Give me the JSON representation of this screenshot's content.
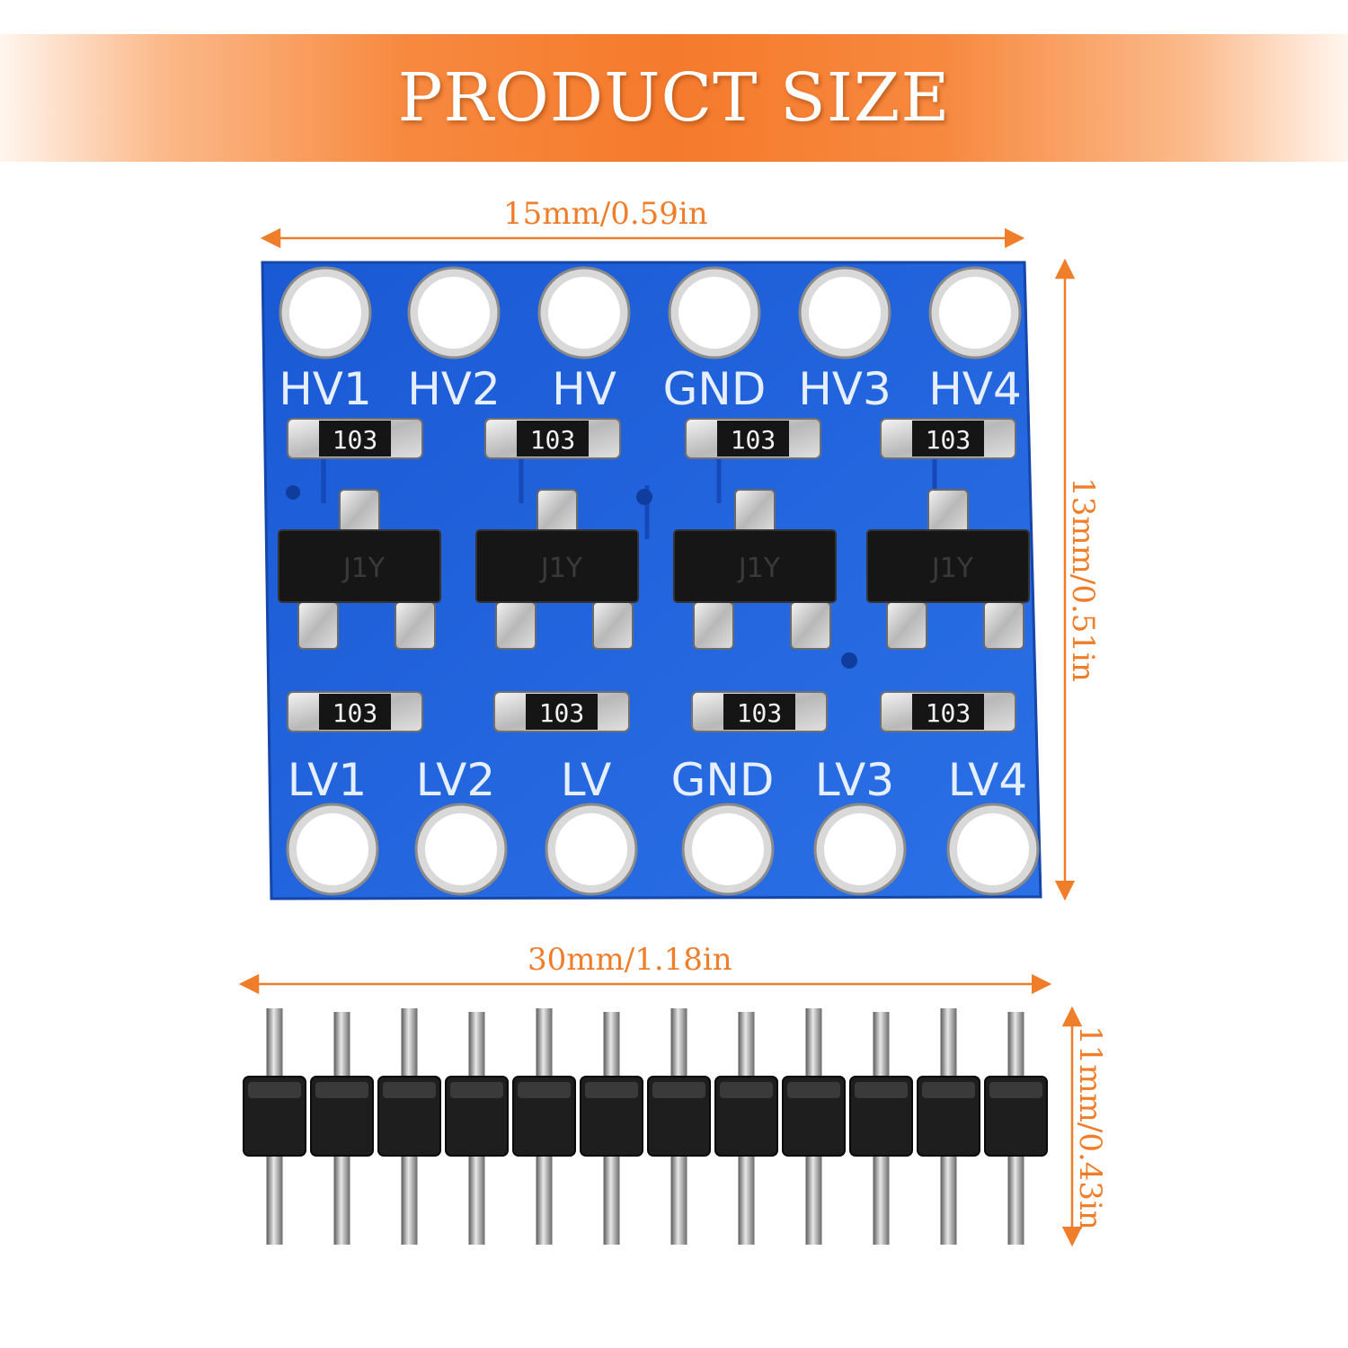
{
  "banner": {
    "title": "PRODUCT SIZE"
  },
  "dimensions": {
    "board_width": "15mm/0.59in",
    "board_height": "13mm/0.51in",
    "header_width": "30mm/1.18in",
    "header_height": "11mm/0.43in"
  },
  "board": {
    "top_labels": [
      "HV1",
      "HV2",
      "HV",
      "GND",
      "HV3",
      "HV4"
    ],
    "bottom_labels": [
      "LV1",
      "LV2",
      "LV",
      "GND",
      "LV3",
      "LV4"
    ],
    "resistor_code": "103",
    "transistor_code": "J1Y"
  },
  "header": {
    "pin_count": 12
  },
  "colors": {
    "accent": "#f07d2a",
    "board_blue": "#1c5ed6",
    "banner_orange": "#f57a2c"
  }
}
